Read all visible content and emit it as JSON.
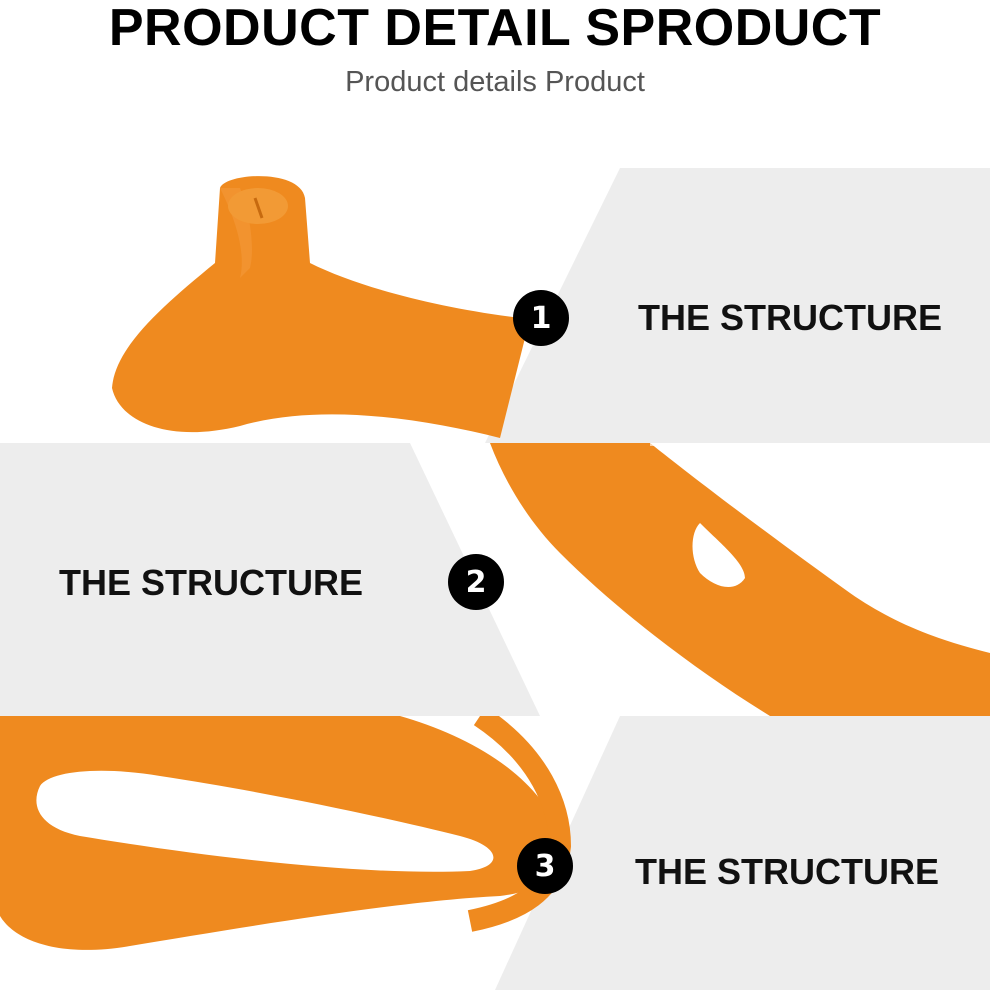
{
  "header": {
    "title": "PRODUCT DETAIL SPRODUCT",
    "subtitle": "Product details Product"
  },
  "sections": [
    {
      "number": "1",
      "label": "THE STRUCTURE"
    },
    {
      "number": "2",
      "label": "THE STRUCTURE"
    },
    {
      "number": "3",
      "label": "THE STRUCTURE"
    }
  ],
  "colors": {
    "product_orange": "#ef8a1f",
    "panel_gray": "#ededed",
    "badge_black": "#000000"
  },
  "icons": [
    "number-badge-1",
    "number-badge-2",
    "number-badge-3"
  ]
}
